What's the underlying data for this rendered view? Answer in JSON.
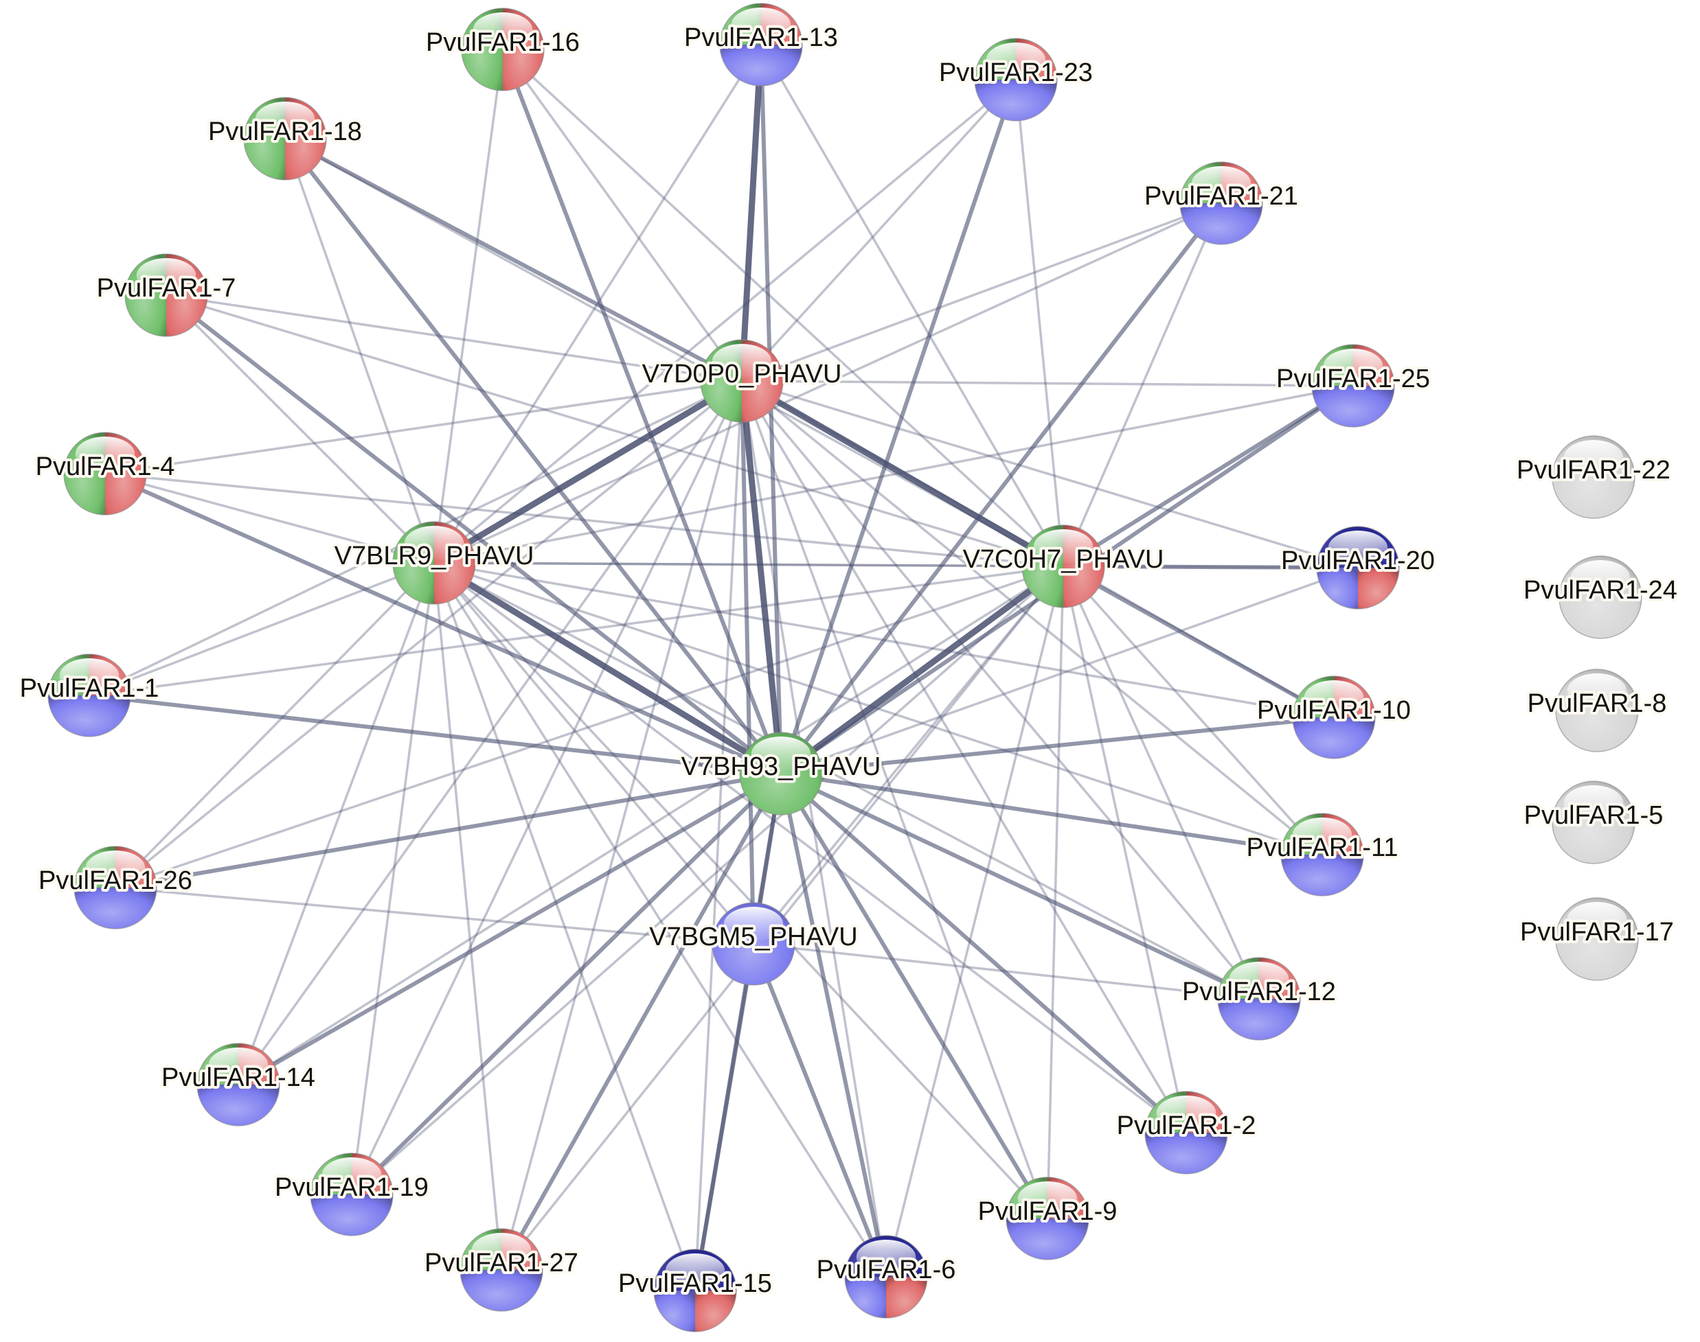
{
  "palette": {
    "green": "#6fbf6a",
    "red": "#e06a6a",
    "blue": "#7b7bf0",
    "darkblue": "#2a2a9a",
    "grey": "#d6d6d6",
    "edge": "#4a5070"
  },
  "nodes": [
    {
      "id": "V7D0P0_PHAVU",
      "label": "V7D0P0_PHAVU",
      "colors": [
        "green",
        "red"
      ],
      "style": "halves"
    },
    {
      "id": "V7BLR9_PHAVU",
      "label": "V7BLR9_PHAVU",
      "colors": [
        "green",
        "red"
      ],
      "style": "halves"
    },
    {
      "id": "V7C0H7_PHAVU",
      "label": "V7C0H7_PHAVU",
      "colors": [
        "green",
        "red"
      ],
      "style": "halves"
    },
    {
      "id": "V7BH93_PHAVU",
      "label": "V7BH93_PHAVU",
      "colors": [
        "green"
      ],
      "style": "solid"
    },
    {
      "id": "V7BGM5_PHAVU",
      "label": "V7BGM5_PHAVU",
      "colors": [
        "blue"
      ],
      "style": "solid"
    },
    {
      "id": "PvulFAR1-16",
      "label": "PvulFAR1-16",
      "colors": [
        "green",
        "red"
      ],
      "style": "halves"
    },
    {
      "id": "PvulFAR1-13",
      "label": "PvulFAR1-13",
      "colors": [
        "green",
        "red",
        "blue"
      ],
      "style": "top-split"
    },
    {
      "id": "PvulFAR1-23",
      "label": "PvulFAR1-23",
      "colors": [
        "green",
        "red",
        "blue"
      ],
      "style": "top-split"
    },
    {
      "id": "PvulFAR1-18",
      "label": "PvulFAR1-18",
      "colors": [
        "green",
        "red"
      ],
      "style": "halves"
    },
    {
      "id": "PvulFAR1-21",
      "label": "PvulFAR1-21",
      "colors": [
        "green",
        "red",
        "blue"
      ],
      "style": "top-split"
    },
    {
      "id": "PvulFAR1-7",
      "label": "PvulFAR1-7",
      "colors": [
        "green",
        "red"
      ],
      "style": "halves"
    },
    {
      "id": "PvulFAR1-25",
      "label": "PvulFAR1-25",
      "colors": [
        "green",
        "red",
        "blue"
      ],
      "style": "top-split"
    },
    {
      "id": "PvulFAR1-4",
      "label": "PvulFAR1-4",
      "colors": [
        "green",
        "red"
      ],
      "style": "halves"
    },
    {
      "id": "PvulFAR1-20",
      "label": "PvulFAR1-20",
      "colors": [
        "darkblue",
        "blue",
        "red"
      ],
      "style": "bottom-split"
    },
    {
      "id": "PvulFAR1-1",
      "label": "PvulFAR1-1",
      "colors": [
        "green",
        "red",
        "blue"
      ],
      "style": "top-split"
    },
    {
      "id": "PvulFAR1-10",
      "label": "PvulFAR1-10",
      "colors": [
        "green",
        "red",
        "blue"
      ],
      "style": "top-split"
    },
    {
      "id": "PvulFAR1-26",
      "label": "PvulFAR1-26",
      "colors": [
        "green",
        "red",
        "blue"
      ],
      "style": "top-split"
    },
    {
      "id": "PvulFAR1-11",
      "label": "PvulFAR1-11",
      "colors": [
        "green",
        "red",
        "blue"
      ],
      "style": "top-split"
    },
    {
      "id": "PvulFAR1-12",
      "label": "PvulFAR1-12",
      "colors": [
        "green",
        "red",
        "blue"
      ],
      "style": "top-split"
    },
    {
      "id": "PvulFAR1-14",
      "label": "PvulFAR1-14",
      "colors": [
        "green",
        "red",
        "blue"
      ],
      "style": "top-split"
    },
    {
      "id": "PvulFAR1-2",
      "label": "PvulFAR1-2",
      "colors": [
        "green",
        "red",
        "blue"
      ],
      "style": "top-split"
    },
    {
      "id": "PvulFAR1-19",
      "label": "PvulFAR1-19",
      "colors": [
        "green",
        "red",
        "blue"
      ],
      "style": "top-split"
    },
    {
      "id": "PvulFAR1-9",
      "label": "PvulFAR1-9",
      "colors": [
        "green",
        "red",
        "blue"
      ],
      "style": "top-split"
    },
    {
      "id": "PvulFAR1-27",
      "label": "PvulFAR1-27",
      "colors": [
        "green",
        "red",
        "blue"
      ],
      "style": "top-split"
    },
    {
      "id": "PvulFAR1-15",
      "label": "PvulFAR1-15",
      "colors": [
        "darkblue",
        "blue",
        "red"
      ],
      "style": "bottom-split"
    },
    {
      "id": "PvulFAR1-6",
      "label": "PvulFAR1-6",
      "colors": [
        "darkblue",
        "blue",
        "red"
      ],
      "style": "bottom-split"
    },
    {
      "id": "PvulFAR1-22",
      "label": "PvulFAR1-22",
      "colors": [
        "grey"
      ],
      "style": "solid"
    },
    {
      "id": "PvulFAR1-24",
      "label": "PvulFAR1-24",
      "colors": [
        "grey"
      ],
      "style": "solid"
    },
    {
      "id": "PvulFAR1-8",
      "label": "PvulFAR1-8",
      "colors": [
        "grey"
      ],
      "style": "solid"
    },
    {
      "id": "PvulFAR1-5",
      "label": "PvulFAR1-5",
      "colors": [
        "grey"
      ],
      "style": "solid"
    },
    {
      "id": "PvulFAR1-17",
      "label": "PvulFAR1-17",
      "colors": [
        "grey"
      ],
      "style": "solid"
    }
  ],
  "edges": [
    [
      "V7D0P0_PHAVU",
      "V7BH93_PHAVU",
      3
    ],
    [
      "V7D0P0_PHAVU",
      "V7BLR9_PHAVU",
      3
    ],
    [
      "V7D0P0_PHAVU",
      "V7C0H7_PHAVU",
      3
    ],
    [
      "V7BLR9_PHAVU",
      "V7BH93_PHAVU",
      3
    ],
    [
      "V7C0H7_PHAVU",
      "V7BH93_PHAVU",
      3
    ],
    [
      "V7BH93_PHAVU",
      "V7BGM5_PHAVU",
      2
    ],
    [
      "V7BLR9_PHAVU",
      "V7C0H7_PHAVU",
      1
    ],
    [
      "V7D0P0_PHAVU",
      "V7BGM5_PHAVU",
      2
    ],
    [
      "V7BLR9_PHAVU",
      "V7BGM5_PHAVU",
      1
    ],
    [
      "V7C0H7_PHAVU",
      "V7BGM5_PHAVU",
      1
    ],
    [
      "PvulFAR1-16",
      "V7BH93_PHAVU",
      2
    ],
    [
      "PvulFAR1-16",
      "V7D0P0_PHAVU",
      1
    ],
    [
      "PvulFAR1-16",
      "V7C0H7_PHAVU",
      1
    ],
    [
      "PvulFAR1-16",
      "V7BLR9_PHAVU",
      1
    ],
    [
      "PvulFAR1-13",
      "V7D0P0_PHAVU",
      3
    ],
    [
      "PvulFAR1-13",
      "V7BH93_PHAVU",
      2
    ],
    [
      "PvulFAR1-13",
      "V7BLR9_PHAVU",
      1
    ],
    [
      "PvulFAR1-13",
      "V7C0H7_PHAVU",
      1
    ],
    [
      "PvulFAR1-23",
      "V7BH93_PHAVU",
      2
    ],
    [
      "PvulFAR1-23",
      "V7D0P0_PHAVU",
      1
    ],
    [
      "PvulFAR1-23",
      "V7BLR9_PHAVU",
      1
    ],
    [
      "PvulFAR1-23",
      "V7C0H7_PHAVU",
      1
    ],
    [
      "PvulFAR1-18",
      "V7BH93_PHAVU",
      2
    ],
    [
      "PvulFAR1-18",
      "V7D0P0_PHAVU",
      2
    ],
    [
      "PvulFAR1-18",
      "V7BLR9_PHAVU",
      1
    ],
    [
      "PvulFAR1-18",
      "V7C0H7_PHAVU",
      1
    ],
    [
      "PvulFAR1-21",
      "V7BH93_PHAVU",
      2
    ],
    [
      "PvulFAR1-21",
      "V7D0P0_PHAVU",
      1
    ],
    [
      "PvulFAR1-21",
      "V7BLR9_PHAVU",
      1
    ],
    [
      "PvulFAR1-21",
      "V7C0H7_PHAVU",
      1
    ],
    [
      "PvulFAR1-7",
      "V7BH93_PHAVU",
      2
    ],
    [
      "PvulFAR1-7",
      "V7D0P0_PHAVU",
      1
    ],
    [
      "PvulFAR1-7",
      "V7C0H7_PHAVU",
      1
    ],
    [
      "PvulFAR1-7",
      "V7BLR9_PHAVU",
      1
    ],
    [
      "PvulFAR1-25",
      "V7D0P0_PHAVU",
      1
    ],
    [
      "PvulFAR1-25",
      "V7BH93_PHAVU",
      2
    ],
    [
      "PvulFAR1-25",
      "V7BLR9_PHAVU",
      1
    ],
    [
      "PvulFAR1-25",
      "V7C0H7_PHAVU",
      2
    ],
    [
      "PvulFAR1-4",
      "V7BH93_PHAVU",
      2
    ],
    [
      "PvulFAR1-4",
      "V7D0P0_PHAVU",
      1
    ],
    [
      "PvulFAR1-4",
      "V7BLR9_PHAVU",
      1
    ],
    [
      "PvulFAR1-4",
      "V7C0H7_PHAVU",
      1
    ],
    [
      "PvulFAR1-20",
      "V7C0H7_PHAVU",
      2
    ],
    [
      "PvulFAR1-20",
      "V7D0P0_PHAVU",
      1
    ],
    [
      "PvulFAR1-20",
      "V7BH93_PHAVU",
      1
    ],
    [
      "PvulFAR1-20",
      "V7BLR9_PHAVU",
      1
    ],
    [
      "PvulFAR1-1",
      "V7BH93_PHAVU",
      2
    ],
    [
      "PvulFAR1-1",
      "V7D0P0_PHAVU",
      1
    ],
    [
      "PvulFAR1-1",
      "V7BLR9_PHAVU",
      1
    ],
    [
      "PvulFAR1-1",
      "V7C0H7_PHAVU",
      1
    ],
    [
      "PvulFAR1-10",
      "V7BH93_PHAVU",
      2
    ],
    [
      "PvulFAR1-10",
      "V7C0H7_PHAVU",
      2
    ],
    [
      "PvulFAR1-10",
      "V7D0P0_PHAVU",
      1
    ],
    [
      "PvulFAR1-10",
      "V7BLR9_PHAVU",
      1
    ],
    [
      "PvulFAR1-26",
      "V7BH93_PHAVU",
      2
    ],
    [
      "PvulFAR1-26",
      "V7D0P0_PHAVU",
      1
    ],
    [
      "PvulFAR1-26",
      "V7BLR9_PHAVU",
      1
    ],
    [
      "PvulFAR1-26",
      "V7BGM5_PHAVU",
      1
    ],
    [
      "PvulFAR1-26",
      "V7C0H7_PHAVU",
      1
    ],
    [
      "PvulFAR1-11",
      "V7BH93_PHAVU",
      2
    ],
    [
      "PvulFAR1-11",
      "V7D0P0_PHAVU",
      1
    ],
    [
      "PvulFAR1-11",
      "V7BLR9_PHAVU",
      1
    ],
    [
      "PvulFAR1-11",
      "V7C0H7_PHAVU",
      1
    ],
    [
      "PvulFAR1-12",
      "V7BH93_PHAVU",
      2
    ],
    [
      "PvulFAR1-12",
      "V7D0P0_PHAVU",
      1
    ],
    [
      "PvulFAR1-12",
      "V7BLR9_PHAVU",
      1
    ],
    [
      "PvulFAR1-12",
      "V7BGM5_PHAVU",
      1
    ],
    [
      "PvulFAR1-12",
      "V7C0H7_PHAVU",
      1
    ],
    [
      "PvulFAR1-14",
      "V7BH93_PHAVU",
      2
    ],
    [
      "PvulFAR1-14",
      "V7D0P0_PHAVU",
      1
    ],
    [
      "PvulFAR1-14",
      "V7BLR9_PHAVU",
      1
    ],
    [
      "PvulFAR1-14",
      "V7C0H7_PHAVU",
      1
    ],
    [
      "PvulFAR1-2",
      "V7BH93_PHAVU",
      2
    ],
    [
      "PvulFAR1-2",
      "V7D0P0_PHAVU",
      1
    ],
    [
      "PvulFAR1-2",
      "V7BLR9_PHAVU",
      1
    ],
    [
      "PvulFAR1-2",
      "V7C0H7_PHAVU",
      1
    ],
    [
      "PvulFAR1-19",
      "V7BH93_PHAVU",
      2
    ],
    [
      "PvulFAR1-19",
      "V7D0P0_PHAVU",
      1
    ],
    [
      "PvulFAR1-19",
      "V7BLR9_PHAVU",
      1
    ],
    [
      "PvulFAR1-19",
      "V7C0H7_PHAVU",
      1
    ],
    [
      "PvulFAR1-9",
      "V7BH93_PHAVU",
      2
    ],
    [
      "PvulFAR1-9",
      "V7D0P0_PHAVU",
      1
    ],
    [
      "PvulFAR1-9",
      "V7BLR9_PHAVU",
      1
    ],
    [
      "PvulFAR1-9",
      "V7C0H7_PHAVU",
      1
    ],
    [
      "PvulFAR1-27",
      "V7BH93_PHAVU",
      2
    ],
    [
      "PvulFAR1-27",
      "V7D0P0_PHAVU",
      1
    ],
    [
      "PvulFAR1-27",
      "V7BLR9_PHAVU",
      1
    ],
    [
      "PvulFAR1-27",
      "V7C0H7_PHAVU",
      1
    ],
    [
      "PvulFAR1-15",
      "V7BH93_PHAVU",
      2
    ],
    [
      "PvulFAR1-15",
      "V7BGM5_PHAVU",
      2
    ],
    [
      "PvulFAR1-15",
      "V7D0P0_PHAVU",
      1
    ],
    [
      "PvulFAR1-15",
      "V7BLR9_PHAVU",
      1
    ],
    [
      "PvulFAR1-6",
      "V7BH93_PHAVU",
      2
    ],
    [
      "PvulFAR1-6",
      "V7BGM5_PHAVU",
      2
    ],
    [
      "PvulFAR1-6",
      "V7D0P0_PHAVU",
      1
    ],
    [
      "PvulFAR1-6",
      "V7BLR9_PHAVU",
      1
    ],
    [
      "PvulFAR1-6",
      "V7C0H7_PHAVU",
      1
    ]
  ]
}
